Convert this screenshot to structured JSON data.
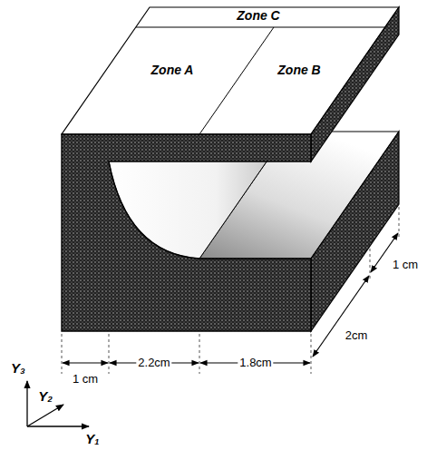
{
  "diagram": {
    "labels": [
      "Zone C",
      "Zone A",
      "Zone B",
      "1 cm",
      "2.2cm",
      "1.8cm",
      "2cm",
      "1 cm",
      "Y₃",
      "Y₂",
      "Y₁"
    ]
  }
}
